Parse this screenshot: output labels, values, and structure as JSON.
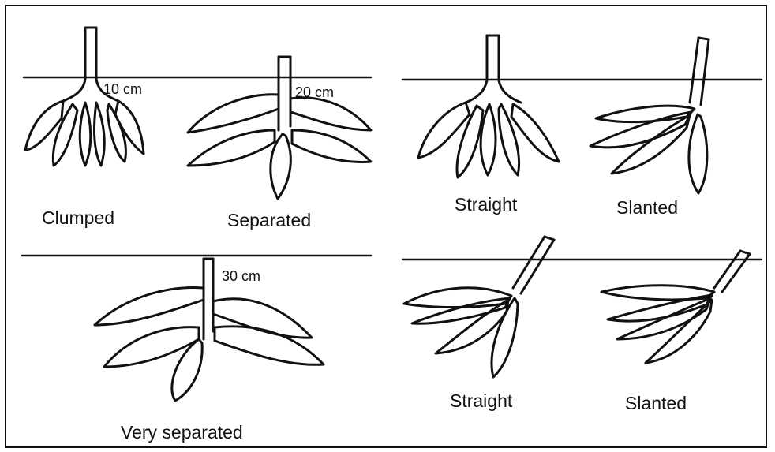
{
  "figure": {
    "depths": {
      "clumped": "10 cm",
      "separated": "20 cm",
      "very_separated": "30 cm"
    },
    "labels": {
      "clumped": "Clumped",
      "separated": "Separated",
      "very_separated": "Very separated",
      "straight_top": "Straight",
      "slanted_top": "Slanted",
      "straight_bottom": "Straight",
      "slanted_bottom": "Slanted"
    },
    "colors": {
      "ink": "#111111",
      "background": "#ffffff"
    }
  }
}
